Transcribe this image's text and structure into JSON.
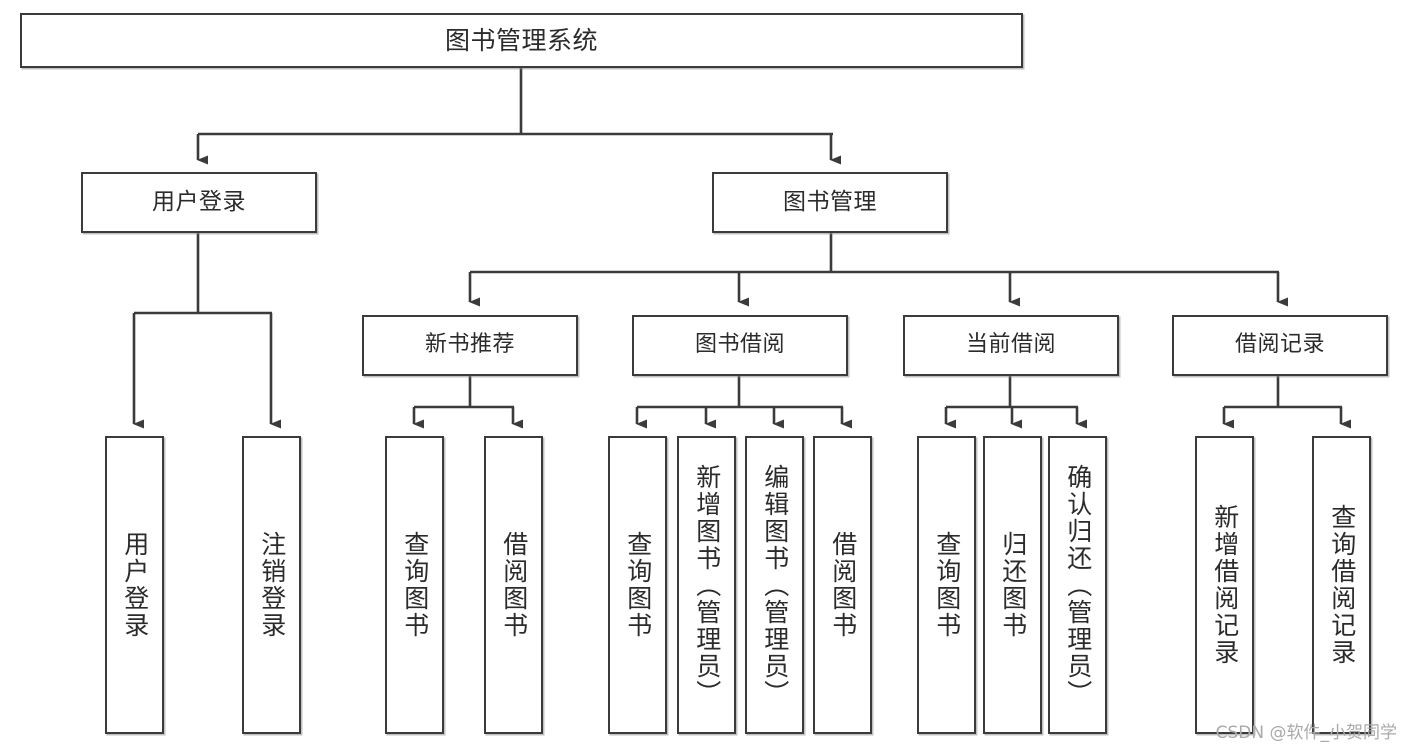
{
  "diagram": {
    "title": "图书管理系统",
    "watermark": "CSDN @软件_小贺同学",
    "stroke_color": "#3b3b3b",
    "fill_color": "#ffffff",
    "text_color": "#2b2b2b",
    "root": {
      "label": "图书管理系统"
    },
    "level1": [
      {
        "label": "用户登录"
      },
      {
        "label": "图书管理"
      }
    ],
    "level2": [
      {
        "label": "新书推荐"
      },
      {
        "label": "图书借阅"
      },
      {
        "label": "当前借阅"
      },
      {
        "label": "借阅记录"
      }
    ],
    "leaves": {
      "user_login": [
        {
          "label": "用户登录"
        },
        {
          "label": "注销登录"
        }
      ],
      "new_book_recommend": [
        {
          "label": "查询图书"
        },
        {
          "label": "借阅图书"
        }
      ],
      "book_borrow": [
        {
          "label": "查询图书"
        },
        {
          "label": "新增图书（管理员）"
        },
        {
          "label": "编辑图书（管理员）"
        },
        {
          "label": "借阅图书"
        }
      ],
      "current_borrow": [
        {
          "label": "查询图书"
        },
        {
          "label": "归还图书"
        },
        {
          "label": "确认归还（管理员）"
        }
      ],
      "borrow_record": [
        {
          "label": "新增借阅记录"
        },
        {
          "label": "查询借阅记录"
        }
      ]
    }
  }
}
